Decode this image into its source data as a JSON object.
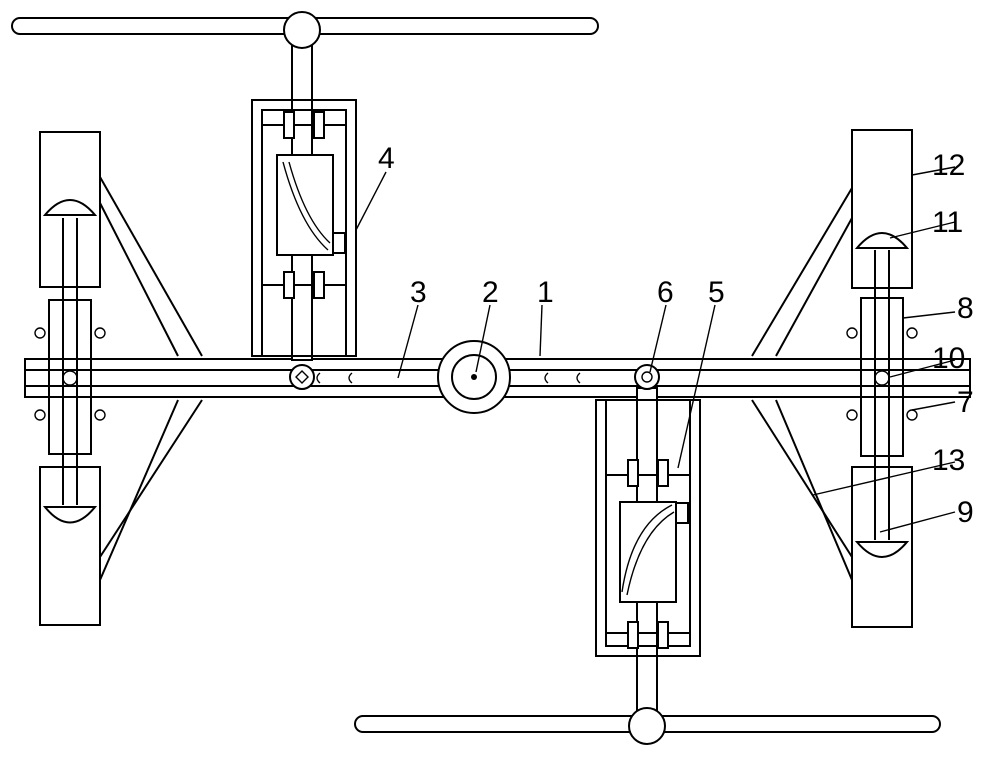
{
  "labels": {
    "l1": "1",
    "l2": "2",
    "l3": "3",
    "l4": "4",
    "l5": "5",
    "l6": "6",
    "l7": "7",
    "l8": "8",
    "l9": "9",
    "l10": "10",
    "l11": "11",
    "l12": "12",
    "l13": "13"
  },
  "colors": {
    "stroke": "#000000",
    "background": "#ffffff"
  }
}
